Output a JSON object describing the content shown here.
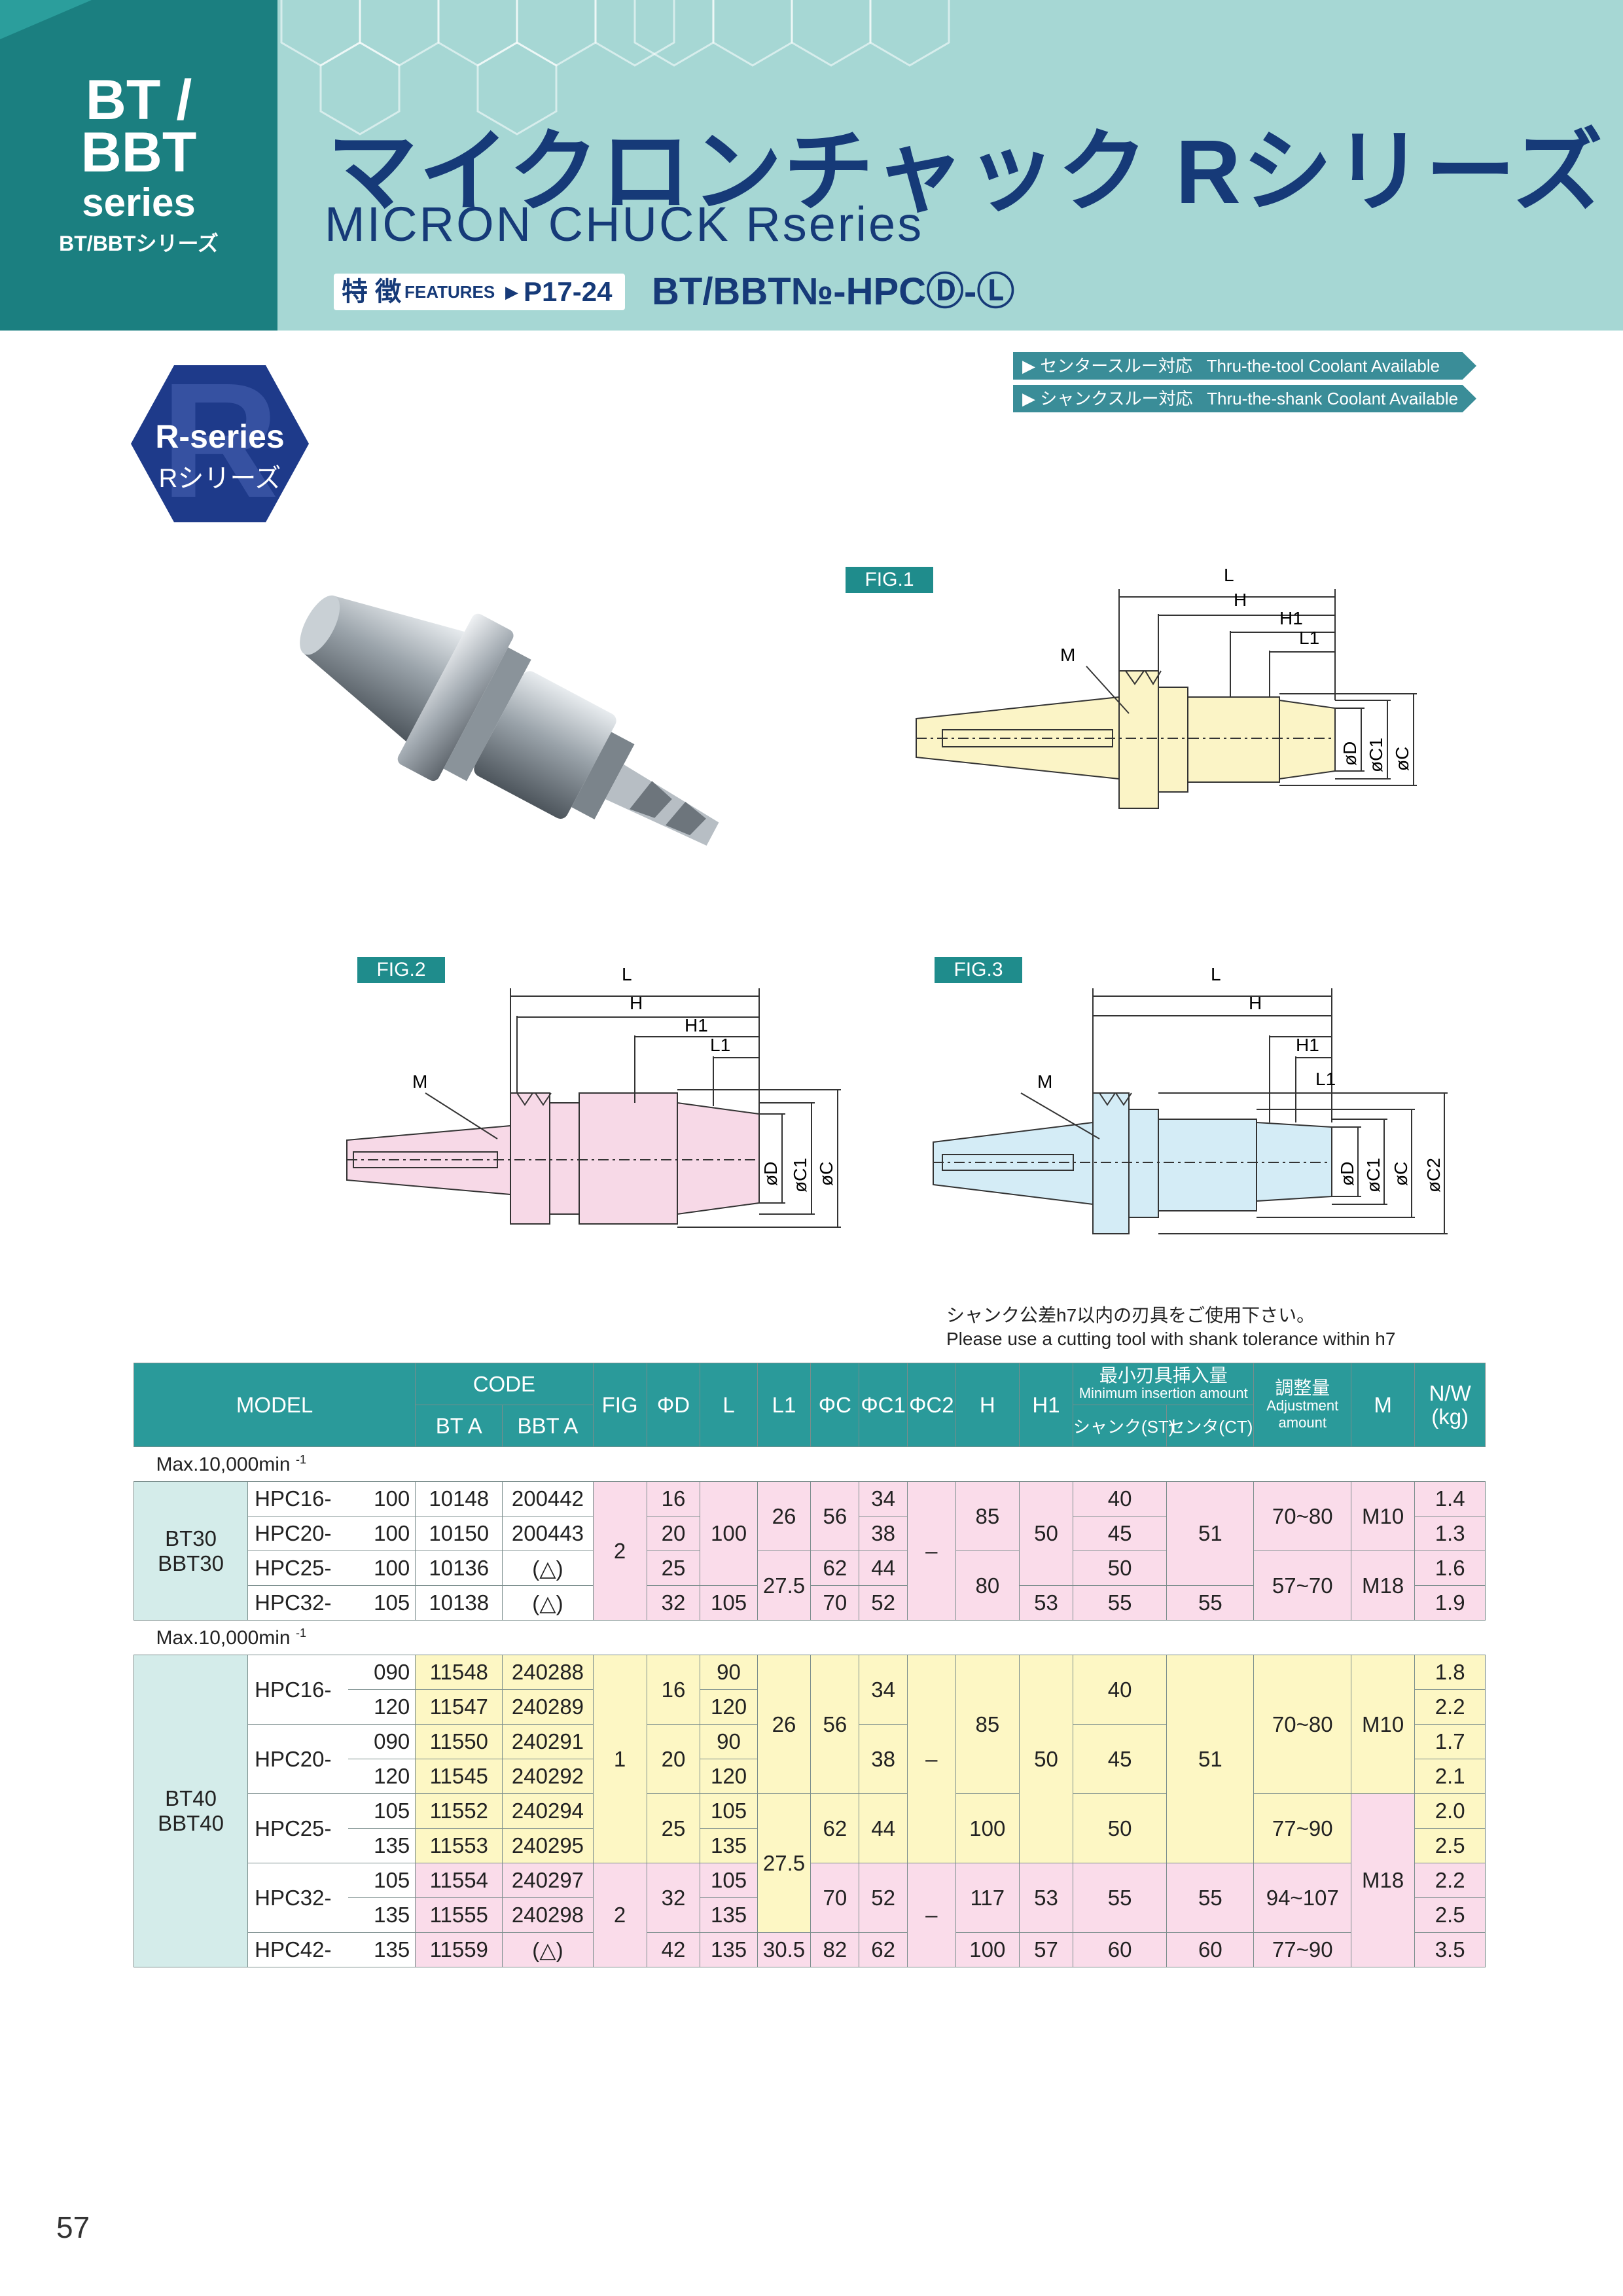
{
  "header": {
    "series_line1": "BT /",
    "series_line2": "BBT",
    "series_line3": "series",
    "series_sub": "BT/BBTシリーズ",
    "title_jp": "マイクロンチャック Rシリーズ",
    "title_en": "MICRON CHUCK Rseries",
    "features_jp": "特 徴",
    "features_en": "FEATURES",
    "features_pages": "P17-24",
    "model_code": "BT/BBT№-HPCⒹ-Ⓛ"
  },
  "badge": {
    "line1": "R-series",
    "line2": "Rシリーズ",
    "letter": "R"
  },
  "coolant": [
    {
      "jp": "センタースルー対応",
      "en": "Thru-the-tool Coolant Available"
    },
    {
      "jp": "シャンクスルー対応",
      "en": "Thru-the-shank Coolant Available"
    }
  ],
  "figures": {
    "fig1": {
      "label": "FIG.1",
      "dims": [
        "L",
        "H",
        "H1",
        "L1",
        "M",
        "øD",
        "øC1",
        "øC"
      ]
    },
    "fig2": {
      "label": "FIG.2",
      "dims": [
        "L",
        "H",
        "H1",
        "L1",
        "M",
        "øD",
        "øC1",
        "øC"
      ]
    },
    "fig3": {
      "label": "FIG.3",
      "dims": [
        "L",
        "H",
        "H1",
        "L1",
        "M",
        "øD",
        "øC1",
        "øC",
        "øC2"
      ]
    }
  },
  "notes": {
    "jp": "シャンク公差h7以内の刃具をご使用下さい。",
    "en": "Please use a cutting tool with shank tolerance within h7"
  },
  "table": {
    "headers": {
      "model": "MODEL",
      "code": "CODE",
      "bt_a": "BT A",
      "bbt_a": "BBT A",
      "fig": "FIG",
      "phid": "ΦD",
      "l": "L",
      "l1": "L1",
      "phic": "ΦC",
      "phic1": "ΦC1",
      "phic2": "ΦC2",
      "h": "H",
      "h1": "H1",
      "min_insert_jp": "最小刃具挿入量",
      "min_insert_en": "Minimum insertion amount",
      "st": "シャンク(ST)",
      "ct": "センタ(CT)",
      "adj_jp": "調整量",
      "adj_en1": "Adjustment",
      "adj_en2": "amount",
      "m": "M",
      "nw": "N/W",
      "kg": "(kg)"
    },
    "section1": {
      "label": "Max.10,000min",
      "sup": "-1"
    },
    "section2": {
      "label": "Max.10,000min",
      "sup": "-1"
    },
    "group1": {
      "l1": "BT30",
      "l2": "BBT30"
    },
    "group2": {
      "l1": "BT40",
      "l2": "BBT40"
    },
    "bt30": {
      "models": [
        "HPC16-",
        "HPC20-",
        "HPC25-",
        "HPC32-"
      ],
      "lens": [
        "100",
        "100",
        "100",
        "105"
      ],
      "bt": [
        "10148",
        "10150",
        "10136",
        "10138"
      ],
      "bbt": [
        "200442",
        "200443",
        "(△)",
        "(△)"
      ],
      "fig": "2",
      "d": [
        "16",
        "20",
        "25",
        "32"
      ],
      "L_a": "100",
      "L_b": "105",
      "L1_a": "26",
      "L1_b": "27.5",
      "C_a": "56",
      "C_b": "62",
      "C_c": "70",
      "C1": [
        "34",
        "38",
        "44",
        "52"
      ],
      "C2": "–",
      "H_a": "85",
      "H_b": "80",
      "H1_a": "50",
      "H1_b": "53",
      "st": [
        "40",
        "45",
        "50",
        "55"
      ],
      "ct_a": "51",
      "ct_b": "55",
      "adj_a": "70~80",
      "adj_b": "57~70",
      "m_a": "M10",
      "m_b": "M18",
      "nw": [
        "1.4",
        "1.3",
        "1.6",
        "1.9"
      ]
    },
    "bt40": {
      "m16": "HPC16-",
      "m20": "HPC20-",
      "m25": "HPC25-",
      "m32": "HPC32-",
      "m42": "HPC42-",
      "lens": [
        "090",
        "120",
        "090",
        "120",
        "105",
        "135",
        "105",
        "135",
        "135"
      ],
      "bt": [
        "11548",
        "11547",
        "11550",
        "11545",
        "11552",
        "11553",
        "11554",
        "11555",
        "11559"
      ],
      "bbt": [
        "240288",
        "240289",
        "240291",
        "240292",
        "240294",
        "240295",
        "240297",
        "240298",
        "(△)"
      ],
      "fig_a": "1",
      "fig_b": "2",
      "d16": "16",
      "d20": "20",
      "d25": "25",
      "d32": "32",
      "d42": "42",
      "L": [
        "90",
        "120",
        "90",
        "120",
        "105",
        "135",
        "105",
        "135",
        "135"
      ],
      "L1_a": "26",
      "L1_b": "27.5",
      "L1_c": "30.5",
      "C_a": "56",
      "C_b": "62",
      "C_c": "70",
      "C_d": "82",
      "C1_16": "34",
      "C1_20": "38",
      "C1_25": "44",
      "C1_32": "52",
      "C1_42": "62",
      "C2": "–",
      "H_a": "85",
      "H_b": "100",
      "H_c": "117",
      "H_d": "100",
      "H1_a": "50",
      "H1_b": "53",
      "H1_c": "57",
      "st_16": "40",
      "st_20": "45",
      "st_25": "50",
      "st_32": "55",
      "st_42": "60",
      "ct_a": "51",
      "ct_b": "55",
      "ct_c": "60",
      "adj_a": "70~80",
      "adj_b": "77~90",
      "adj_c": "94~107",
      "adj_d": "77~90",
      "m_a": "M10",
      "m_b": "M18",
      "nw": [
        "1.8",
        "2.2",
        "1.7",
        "2.1",
        "2.0",
        "2.5",
        "2.2",
        "2.5",
        "3.5"
      ]
    }
  },
  "page_number": "57",
  "colors": {
    "teal_dark": "#1f8c8c",
    "teal_light": "#a6d7d4",
    "navy": "#163a78",
    "yellow": "#fdf7c4",
    "pink": "#fadcea",
    "blue": "#d4ecf6"
  }
}
